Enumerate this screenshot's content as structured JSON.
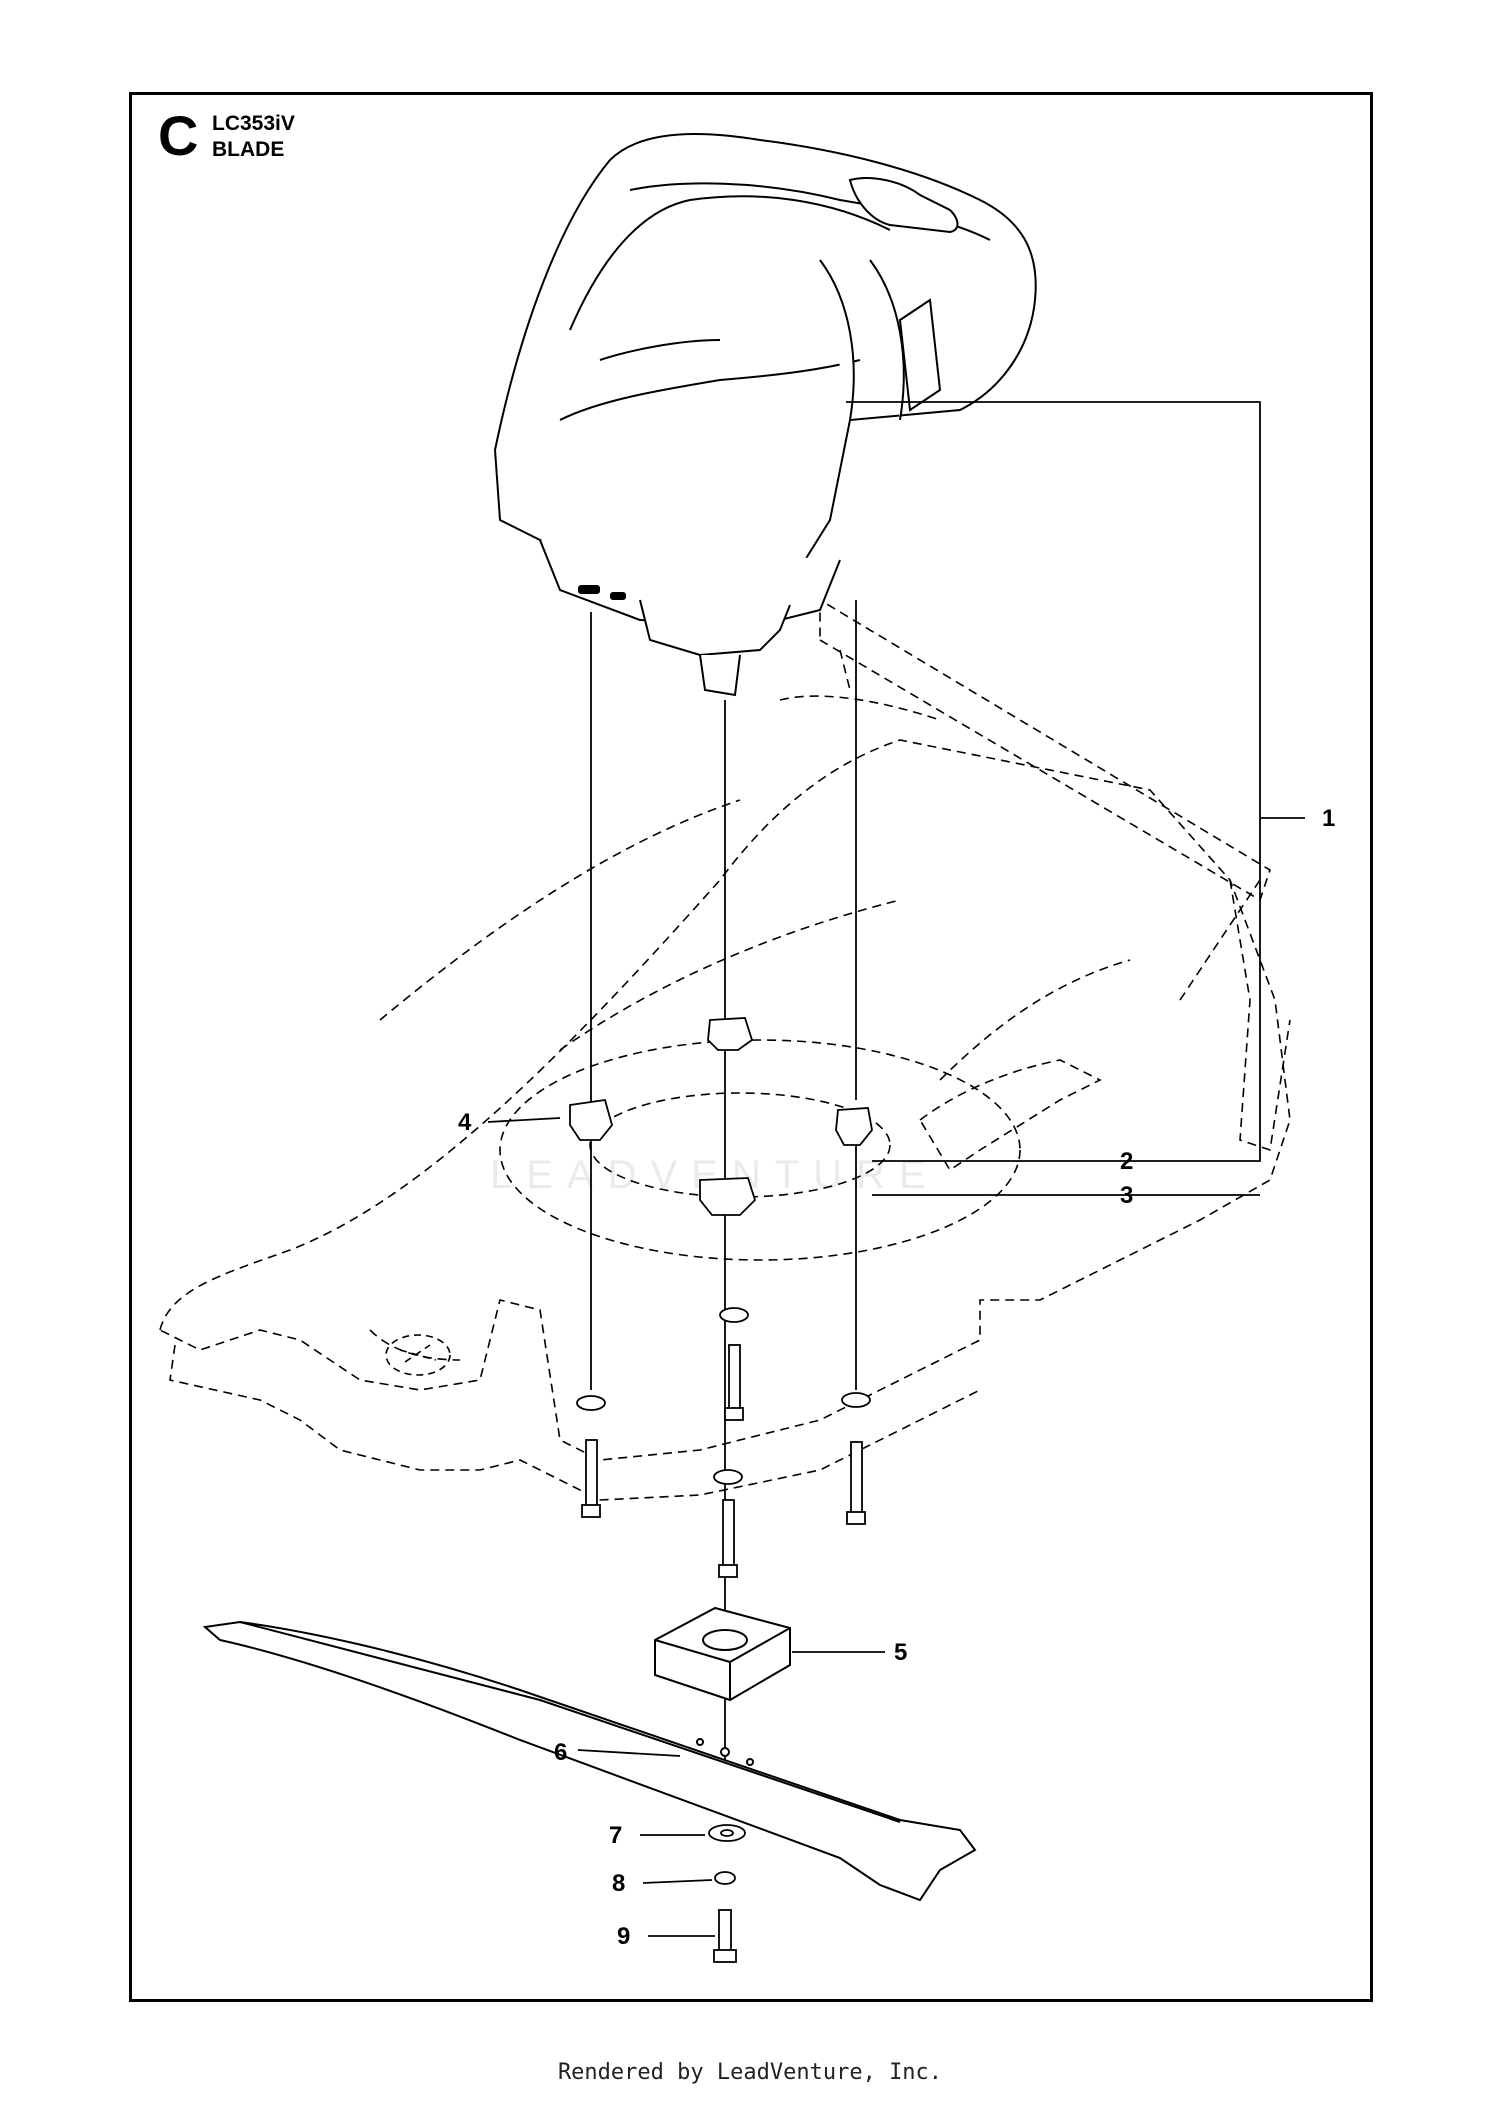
{
  "header": {
    "section_letter": "C",
    "model": "LC353iV",
    "subtitle": "BLADE"
  },
  "callouts": [
    {
      "label": "1"
    },
    {
      "label": "2"
    },
    {
      "label": "3"
    },
    {
      "label": "4"
    },
    {
      "label": "5"
    },
    {
      "label": "6"
    },
    {
      "label": "7"
    },
    {
      "label": "8"
    },
    {
      "label": "9"
    }
  ],
  "watermark": "LEADVENTURE",
  "footer": "Rendered by LeadVenture, Inc.",
  "colors": {
    "line": "#000000",
    "background": "#ffffff"
  }
}
